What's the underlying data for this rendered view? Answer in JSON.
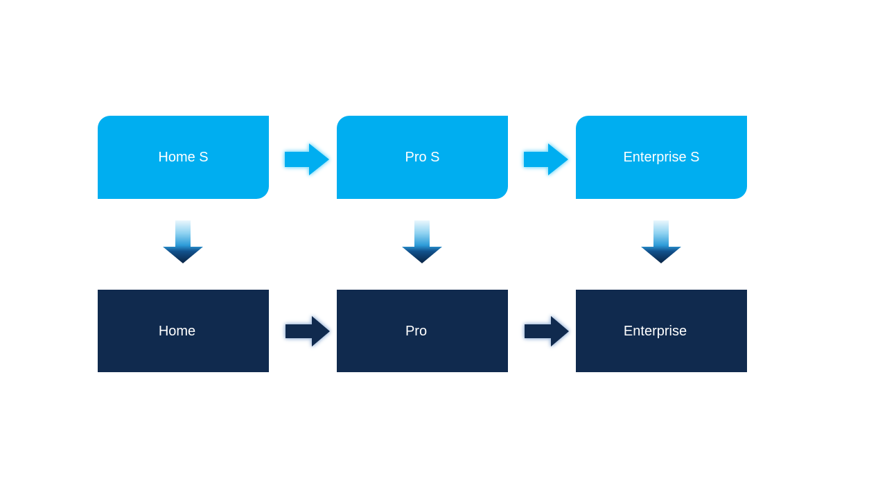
{
  "diagram": {
    "type": "upgrade-flow",
    "columns": [
      {
        "top": {
          "label": "Home S"
        },
        "bottom": {
          "label": "Home"
        }
      },
      {
        "top": {
          "label": "Pro S"
        },
        "bottom": {
          "label": "Pro"
        }
      },
      {
        "top": {
          "label": "Enterprise S"
        },
        "bottom": {
          "label": "Enterprise"
        }
      }
    ],
    "top_row_arrows": [
      {
        "icon": "right-arrow-icon",
        "from": "Home S",
        "to": "Pro S"
      },
      {
        "icon": "right-arrow-icon",
        "from": "Pro S",
        "to": "Enterprise S"
      }
    ],
    "bottom_row_arrows": [
      {
        "icon": "right-arrow-icon",
        "from": "Home",
        "to": "Pro"
      },
      {
        "icon": "right-arrow-icon",
        "from": "Pro",
        "to": "Enterprise"
      }
    ],
    "down_arrows": [
      {
        "icon": "down-arrow-icon",
        "from": "Home S",
        "to": "Home"
      },
      {
        "icon": "down-arrow-icon",
        "from": "Pro S",
        "to": "Pro"
      },
      {
        "icon": "down-arrow-icon",
        "from": "Enterprise S",
        "to": "Enterprise"
      }
    ]
  },
  "colors": {
    "background": "#FFFFFF",
    "light": "#00AEF0",
    "navy": "#102A4E",
    "text": "#FFFFFF",
    "glow_light": "#8FE0FA",
    "glow_navy": "#A9C0DE"
  },
  "down_arrow_gradient": [
    "#EAF7FD",
    "#8FD2F1",
    "#2D9BD8",
    "#11518D",
    "#0A2343"
  ]
}
